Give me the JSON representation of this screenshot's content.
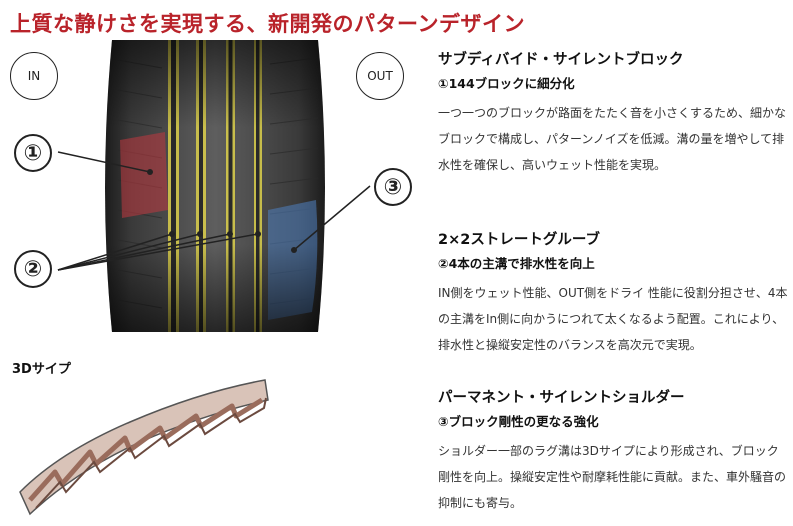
{
  "headline": "上質な静けさを実現する、新開発のパターンデザイン",
  "labels": {
    "in": "IN",
    "out": "OUT",
    "n1": "①",
    "n2": "②",
    "n3": "③",
    "sipe": "3Dサイプ"
  },
  "sections": [
    {
      "title": "サブディバイド・サイレントブロック",
      "subtitle": "①144ブロックに細分化",
      "body": "一つ一つのブロックが路面をたたく音を小さくするため、細かなブロックで構成し、パターンノイズを低減。溝の量を増やして排水性を確保し、高いウェット性能を実現。"
    },
    {
      "title": "2×2ストレートグルーブ",
      "subtitle": "②4本の主溝で排水性を向上",
      "body": "IN側をウェット性能、OUT側をドライ 性能に役割分担させ、4本の主溝をIn側に向かうにつれて太くなるよう配置。これにより、排水性と操縦安定性のバランスを高次元で実現。"
    },
    {
      "title": "パーマネント・サイレントショルダー",
      "subtitle": "③ブロック剛性の更なる強化",
      "body": "ショルダー一部のラグ溝は3Dサイプにより形成され、ブロック剛性を向上。操縦安定性や耐摩耗性能に貢献。また、車外騒音の抑制にも寄与。"
    }
  ],
  "colors": {
    "headline": "#b9232a",
    "zone1": "#c0393f",
    "zone2": "#e5d84a",
    "zone3": "#4f7fc0",
    "sipe": "#9a6c5c"
  }
}
